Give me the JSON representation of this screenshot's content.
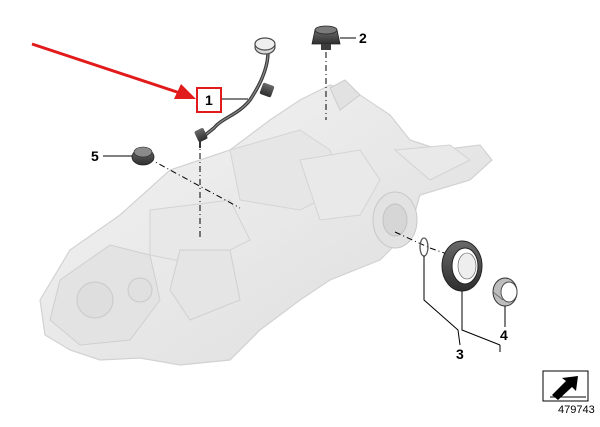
{
  "callouts": {
    "part1": "1",
    "part2": "2",
    "part3": "3",
    "part4": "4",
    "part5": "5"
  },
  "diagram_ref": "479743",
  "colors": {
    "highlight": "#e11b1b",
    "housing": "#ececec",
    "housing_edge": "#cfcfcf",
    "part_dark": "#4a4a4a"
  },
  "icons": {
    "reference_symbol": "arrow-symbol-icon"
  }
}
